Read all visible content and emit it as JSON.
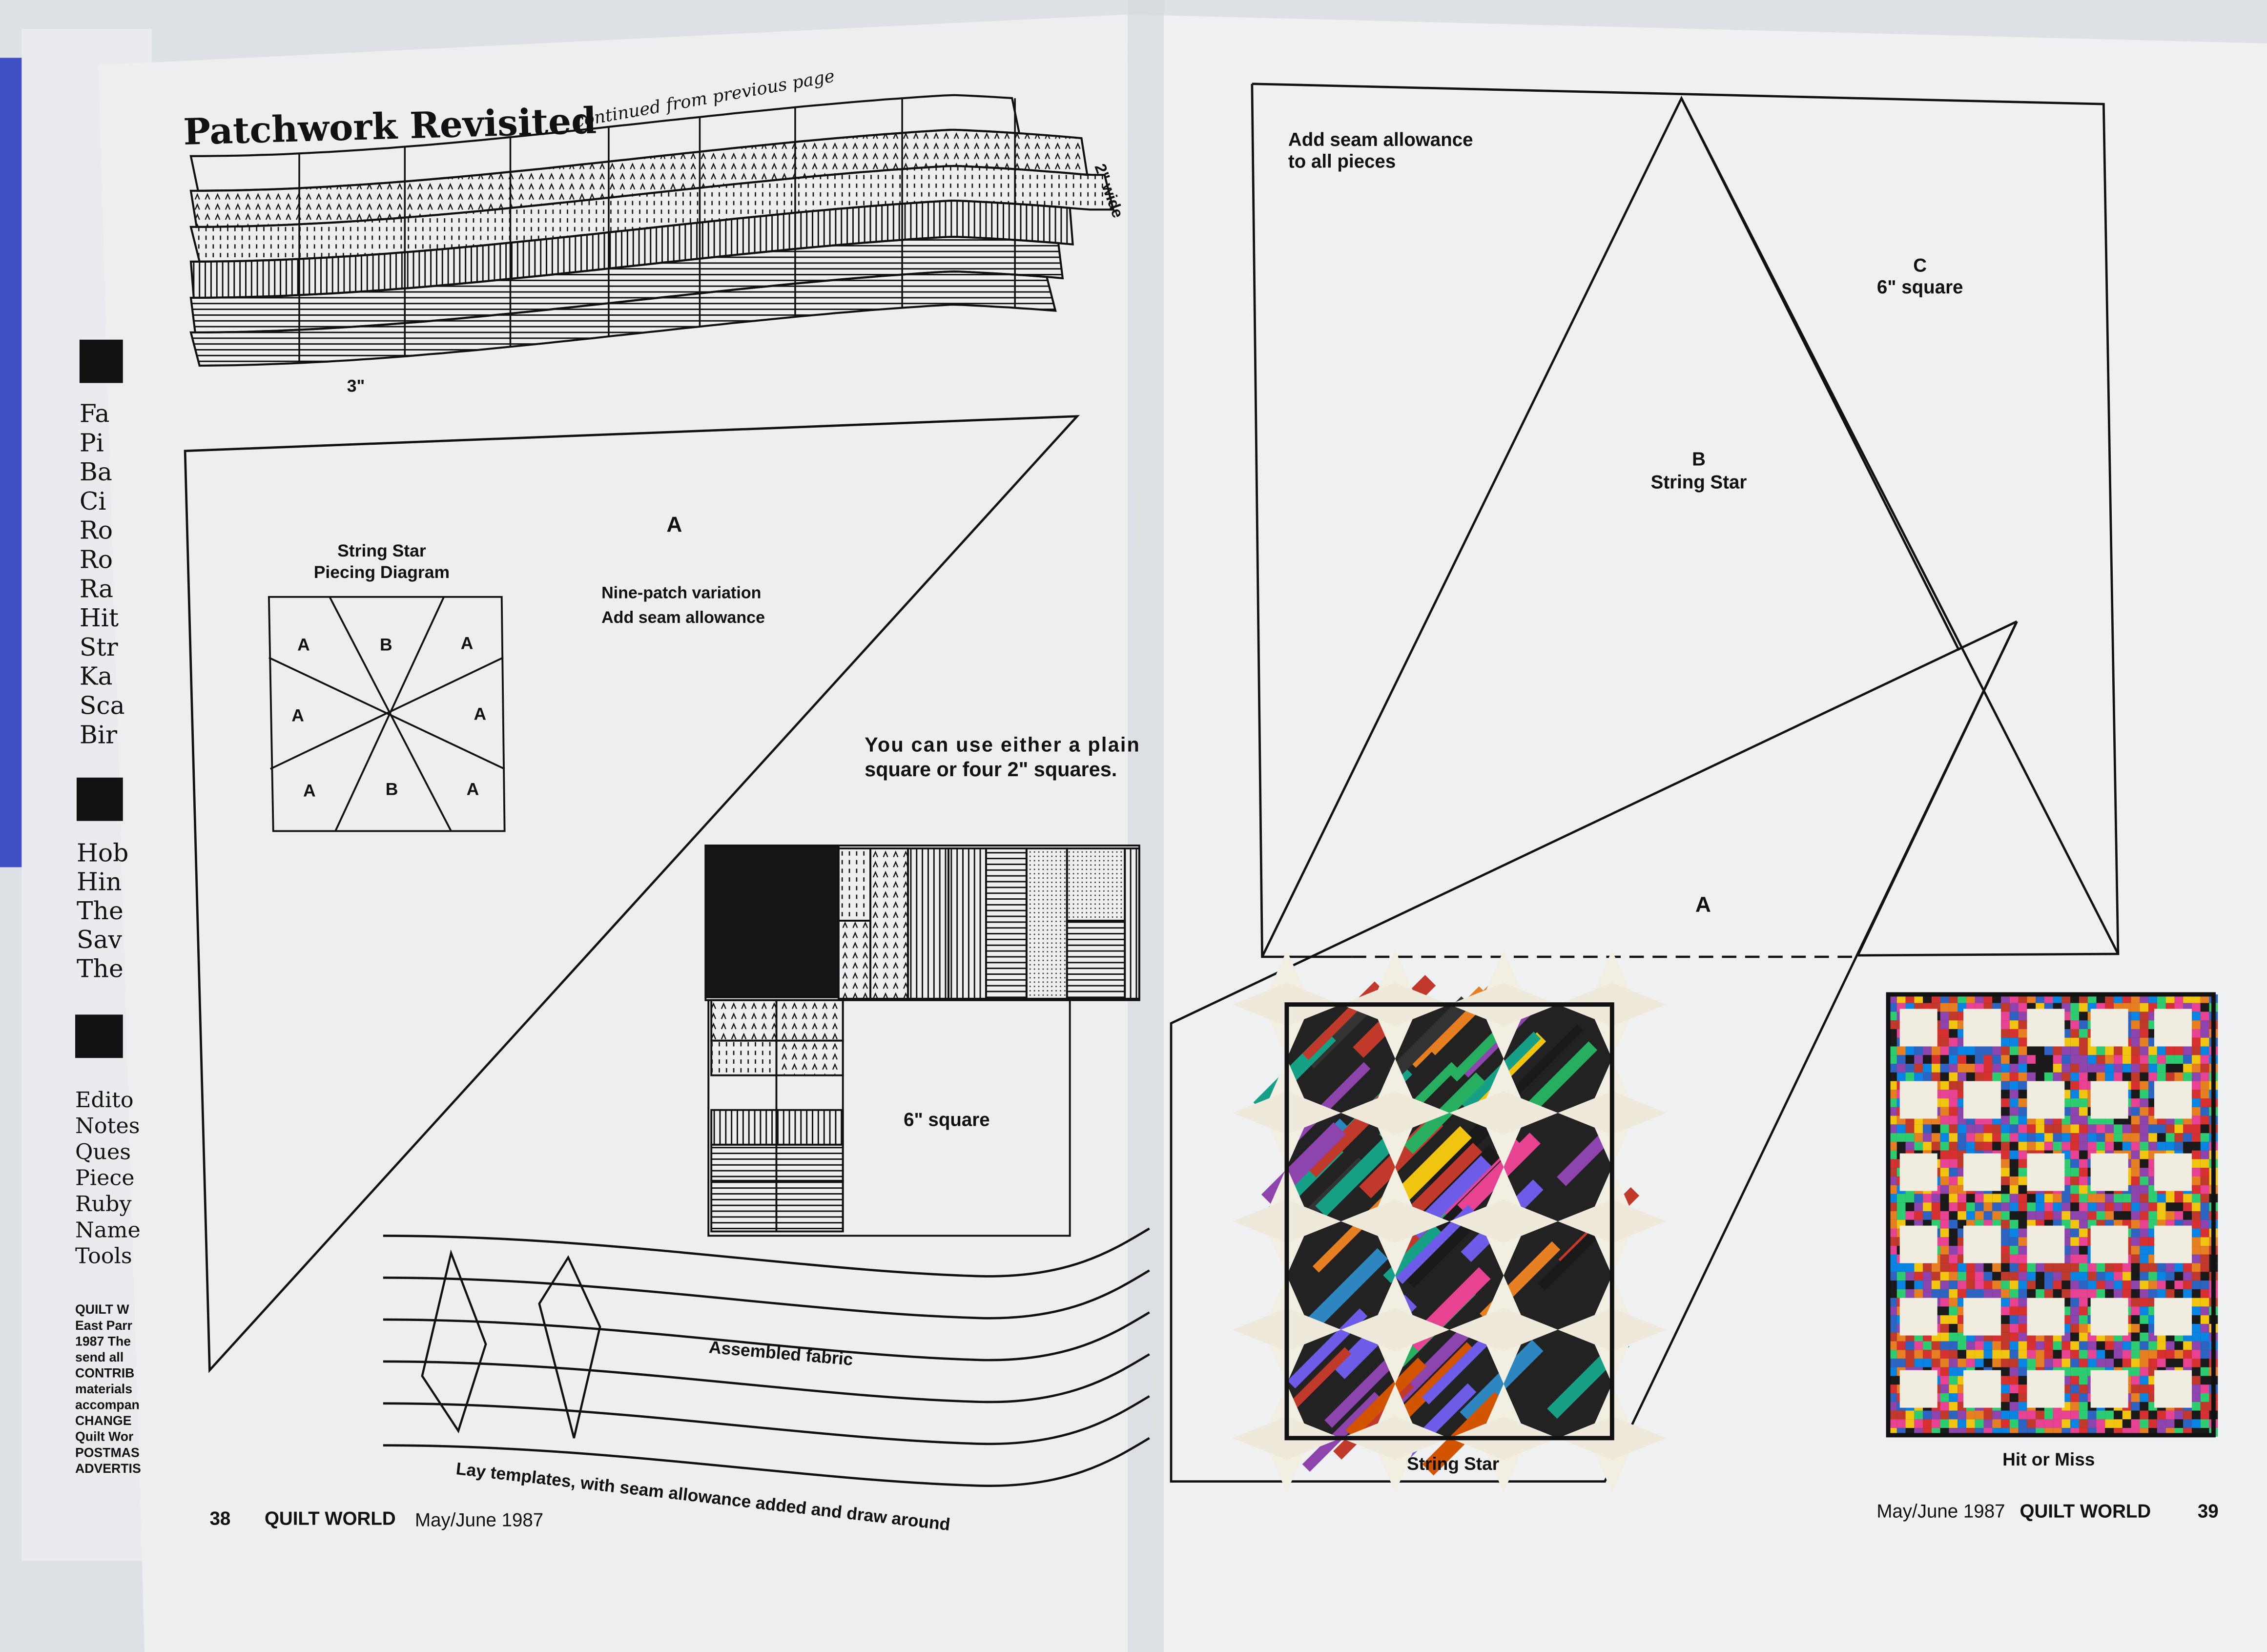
{
  "left_edge_page": {
    "toc_fragments_1": [
      "Fa",
      "Pi",
      "Ba",
      "Ci",
      "Ro",
      "Ro",
      "Ra",
      "Hit",
      "Str",
      "Ka",
      "Sca",
      "Bir"
    ],
    "toc_fragments_2": [
      "Hob",
      "Hin",
      "The",
      "Sav",
      "The"
    ],
    "toc_fragments_3": [
      "Edito",
      "Notes",
      "Ques",
      "Piece",
      "Ruby",
      "Name",
      "Tools"
    ],
    "masthead_fragments": [
      "QUILT W",
      "East Parr",
      "1987 The",
      "send all",
      "CONTRIB",
      "materials",
      "accompan",
      "CHANGE",
      "Quilt Wor",
      "POSTMAS",
      "ADVERTIS"
    ]
  },
  "left_page": {
    "title": "Patchwork Revisited",
    "subtitle": "continued from previous page",
    "strip_width_label": "2\" wide",
    "strip_length_label": "3\"",
    "template_label": "A",
    "template_note_1": "Nine-patch variation",
    "template_note_2": "Add seam allowance",
    "piecing_title_1": "String Star",
    "piecing_title_2": "Piecing Diagram",
    "piecing_labels": [
      "A",
      "B",
      "A",
      "A",
      "A",
      "A",
      "B",
      "A"
    ],
    "tip_line_1": "You can use either a plain",
    "tip_line_2": "square or four 2\" squares.",
    "square_label": "6\" square",
    "fabric_label": "Assembled fabric",
    "instruction": "Lay templates, with seam allowance added and draw around",
    "footer": {
      "page_number": "38",
      "magazine": "QUILT WORLD",
      "issue": "May/June 1987"
    }
  },
  "right_page": {
    "seam_note_1": "Add seam allowance",
    "seam_note_2": "to all pieces",
    "piece_c_letter": "C",
    "piece_c_size": "6\" square",
    "piece_b_letter": "B",
    "piece_b_name": "String Star",
    "piece_a_letter": "A",
    "photo_1_caption": "String Star",
    "photo_2_caption": "Hit or Miss",
    "footer": {
      "issue": "May/June 1987",
      "magazine": "QUILT WORLD",
      "page_number": "39"
    }
  },
  "colors": {
    "paper": "#eceef0",
    "ink": "#111111",
    "cover_blue": "#3f4fc4"
  }
}
